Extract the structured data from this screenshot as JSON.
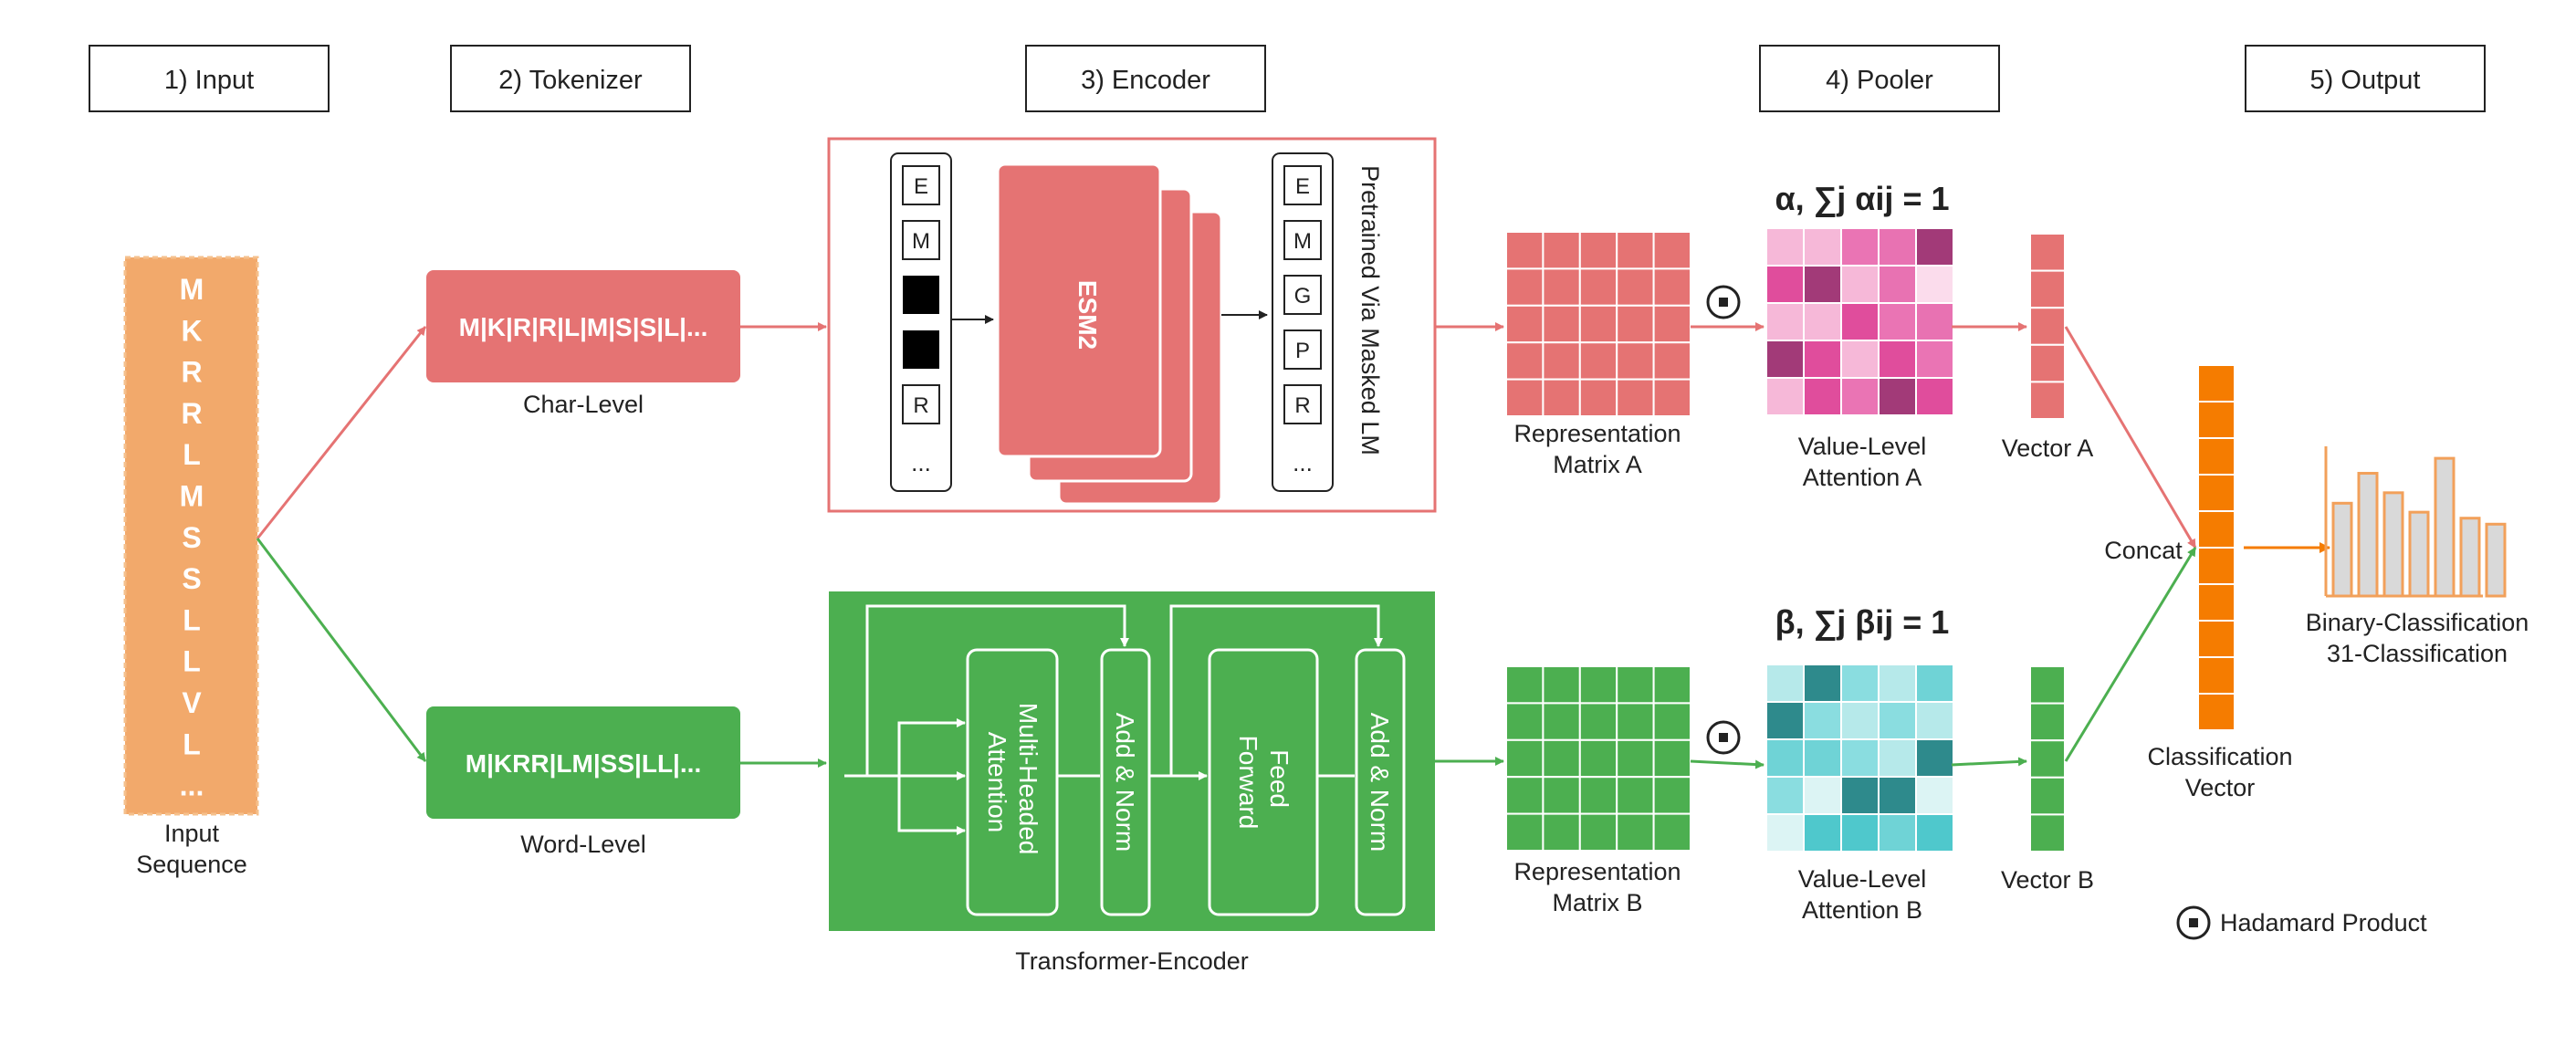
{
  "stages": [
    "1) Input",
    "2) Tokenizer",
    "3) Encoder",
    "4) Pooler",
    "5) Output"
  ],
  "input": {
    "letters": [
      "M",
      "K",
      "R",
      "R",
      "L",
      "M",
      "S",
      "S",
      "L",
      "L",
      "V",
      "L",
      "..."
    ],
    "label_line1": "Input",
    "label_line2": "Sequence"
  },
  "tokenizer": {
    "char_text": "M|K|R|R|L|M|S|S|L|...",
    "char_label": "Char-Level",
    "word_text": "M|KRR|LM|SS|LL|...",
    "word_label": "Word-Level"
  },
  "encoder_a": {
    "model": "ESM2",
    "side_label": "Pretrained Via Masked LM",
    "input_tokens": [
      "E",
      "M",
      "",
      "",
      "R",
      "..."
    ],
    "output_tokens": [
      "E",
      "M",
      "G",
      "P",
      "R",
      "..."
    ]
  },
  "encoder_b": {
    "blocks": [
      "Multi-Headed Attention",
      "Add & Norm",
      "Feed Forward",
      "Add & Norm"
    ],
    "label": "Transformer-Encoder"
  },
  "pooler": {
    "matrix_a_line1": "Representation",
    "matrix_a_line2": "Matrix A",
    "matrix_b_line1": "Representation",
    "matrix_b_line2": "Matrix B",
    "attn_a_formula": "α, ∑j αij = 1",
    "attn_b_formula": "β, ∑j βij = 1",
    "attn_a_line1": "Value-Level",
    "attn_a_line2": "Attention A",
    "attn_b_line1": "Value-Level",
    "attn_b_line2": "Attention B",
    "vector_a": "Vector A",
    "vector_b": "Vector B"
  },
  "output": {
    "concat": "Concat",
    "cls_line1": "Classification",
    "cls_line2": "Vector",
    "task_line1": "Binary-Classification",
    "task_line2": "31-Classification",
    "hadamard": "Hadamard Product"
  },
  "colors": {
    "red": "#E57373",
    "red_border": "#E57373",
    "green": "#4CAF50",
    "orange_input": "#F2A96B",
    "orange_vector": "#F57C00",
    "bar_fill": "#D9D9D9",
    "bar_stroke": "#F2A05A"
  },
  "attention_a_colors": [
    [
      "#F6B8D8",
      "#F6B8D8",
      "#EA74B4",
      "#E872B2",
      "#A23A78"
    ],
    [
      "#E04D9C",
      "#A23A78",
      "#F6B8D8",
      "#E872B2",
      "#FBDCEC"
    ],
    [
      "#F6B8D8",
      "#F6B8D8",
      "#E04D9C",
      "#EA74B4",
      "#E872B2"
    ],
    [
      "#A23A78",
      "#E04D9C",
      "#F6B8D8",
      "#E04D9C",
      "#EA74B4"
    ],
    [
      "#F6B8D8",
      "#E04D9C",
      "#EA74B4",
      "#A23A78",
      "#E04D9C"
    ]
  ],
  "attention_b_colors": [
    [
      "#B6E9EA",
      "#2E8A8C",
      "#8ADDE0",
      "#B6E9EA",
      "#6FD3D6"
    ],
    [
      "#2E8A8C",
      "#8ADDE0",
      "#B6E9EA",
      "#8ADDE0",
      "#B6E9EA"
    ],
    [
      "#6FD3D6",
      "#6FD3D6",
      "#8ADDE0",
      "#B6E9EA",
      "#2E8A8C"
    ],
    [
      "#8ADDE0",
      "#DCF4F4",
      "#2E8A8C",
      "#2E8A8C",
      "#DCF4F4"
    ],
    [
      "#DCF4F4",
      "#4FC8CC",
      "#4FC8CC",
      "#6FD3D6",
      "#4FC8CC"
    ]
  ],
  "output_bars": [
    0.62,
    0.82,
    0.69,
    0.56,
    0.92,
    0.52,
    0.48
  ]
}
